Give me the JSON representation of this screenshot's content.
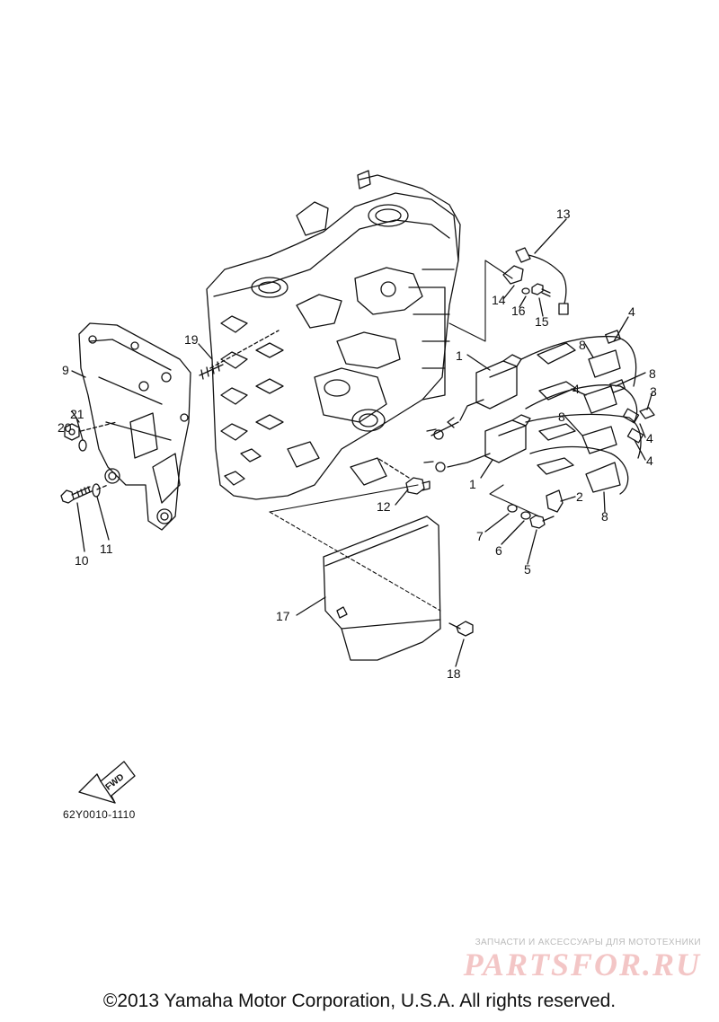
{
  "callouts": {
    "p1a": "1",
    "p1b": "1",
    "p2": "2",
    "p3": "3",
    "p4a": "4",
    "p4b": "4",
    "p4c": "4",
    "p4d": "4",
    "p5": "5",
    "p6": "6",
    "p7": "7",
    "p8a": "8",
    "p8b": "8",
    "p8c": "8",
    "p8d": "8",
    "p9": "9",
    "p10": "10",
    "p11": "11",
    "p12": "12",
    "p13": "13",
    "p14": "14",
    "p15": "15",
    "p16": "16",
    "p17": "17",
    "p18": "18",
    "p19": "19",
    "p20": "20",
    "p21": "21"
  },
  "fwd_label": "FWD",
  "drawing_code": "62Y0010-1110",
  "watermark": {
    "tagline": "ЗАПЧАСТИ И АКСЕССУАРЫ ДЛЯ МОТОТЕХНИКИ",
    "logo": "PARTSFOR.RU"
  },
  "copyright": "©2013 Yamaha Motor Corporation, U.S.A. All rights reserved."
}
